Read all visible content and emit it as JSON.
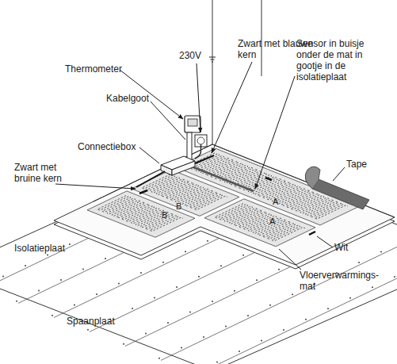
{
  "diagram": {
    "labels": [
      "Thermometer",
      "230V",
      "Zwart met blauwe kern",
      "Sensor in buisje onder de mat in gootje in de isolatieplaat",
      "Kabelgoot",
      "Connectiebox",
      "Tape",
      "Zwart met bruine kern",
      "B",
      "B",
      "A",
      "A",
      "Wit",
      "Isolatieplaat",
      "Vloerverwarmings- mat",
      "Spaanplaat"
    ]
  }
}
